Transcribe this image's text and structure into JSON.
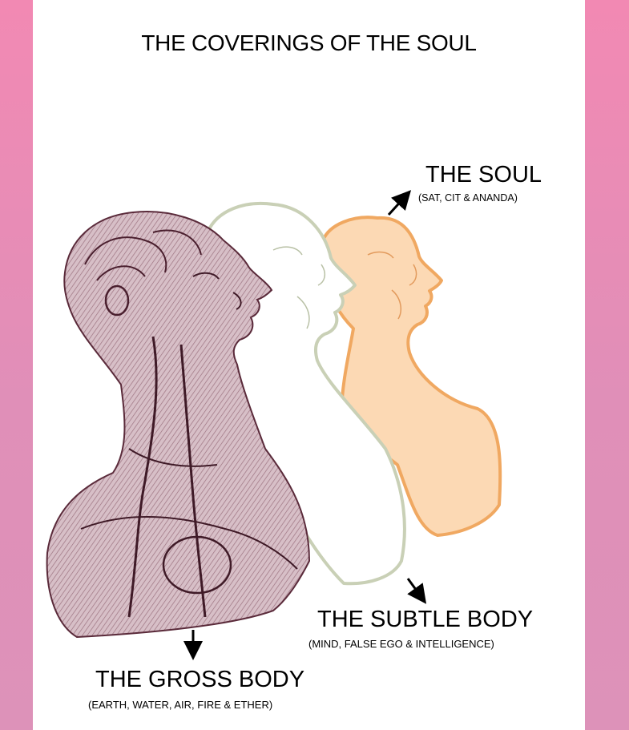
{
  "title": "THE COVERINGS OF THE SOUL",
  "labels": {
    "soul": {
      "title": "THE SOUL",
      "subtitle": "(SAT, CIT & ANANDA)"
    },
    "subtle_body": {
      "title": "THE SUBTLE BODY",
      "subtitle": "(MIND, FALSE EGO & INTELLIGENCE)"
    },
    "gross_body": {
      "title": "THE GROSS BODY",
      "subtitle": "(EARTH, WATER, AIR, FIRE & ETHER)"
    }
  },
  "colors": {
    "border_pink": "#f289b3",
    "soul_fill": "#fcd9b4",
    "soul_outline": "#f0a861",
    "subtle_outline": "#c9d0b6",
    "gross_ink": "#6b3446",
    "gross_base": "#d7bfc7"
  }
}
